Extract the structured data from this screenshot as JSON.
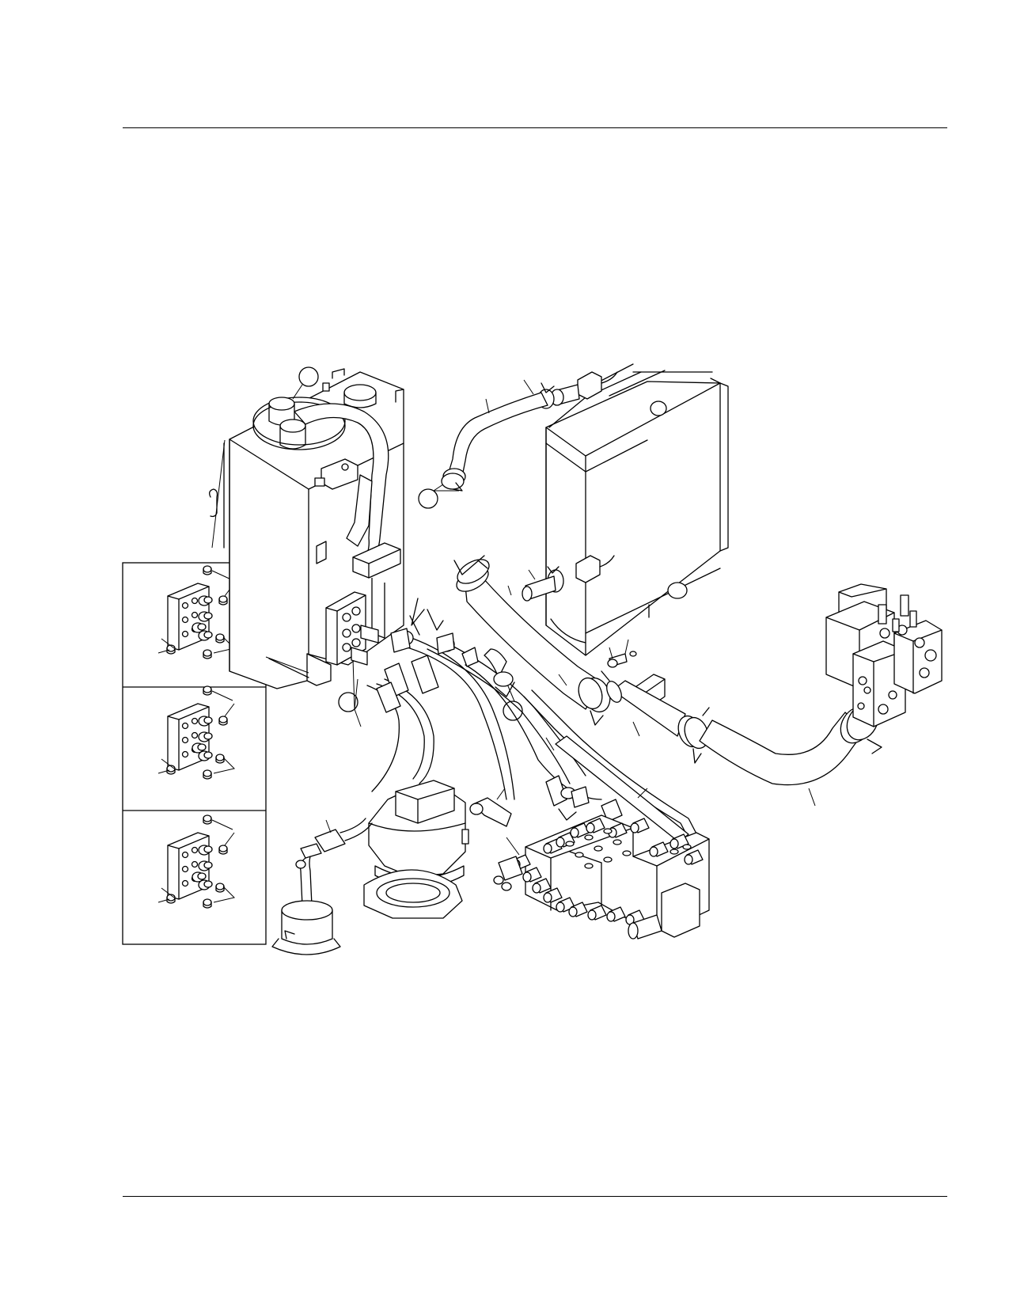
{
  "page": {
    "background": "#ffffff",
    "line_color": "#000000"
  },
  "figure": {
    "components": [
      "hydraulic-tank",
      "return-filter-cap",
      "tank-manifold-block",
      "oil-cooler",
      "cooler-inlet-hose",
      "cooler-outlet-hose",
      "suction-hose",
      "main-pump",
      "swing-motor",
      "control-valve",
      "drain-filter",
      "hose-clamps",
      "inset-manifold-view-1",
      "inset-manifold-view-2",
      "inset-manifold-view-3"
    ],
    "inset_count": 3,
    "callout_bubbles": 4,
    "callout_text": []
  }
}
